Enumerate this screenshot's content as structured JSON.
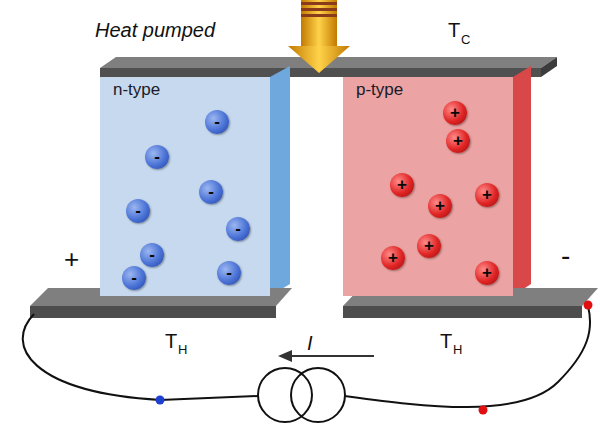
{
  "diagram": {
    "nodes": [
      {
        "text": [
          "n-type"
        ]
      },
      {
        "text": [
          "-"
        ],
        "in": 0
      },
      {
        "text": [
          "-"
        ],
        "in": 0
      },
      {
        "text": [
          "-"
        ],
        "in": 0
      },
      {
        "text": [
          "-"
        ],
        "in": 0
      },
      {
        "text": [
          "-"
        ],
        "in": 0
      },
      {
        "text": [
          "-"
        ],
        "in": 0
      },
      {
        "text": [
          "-"
        ],
        "in": 0
      },
      {
        "text": [
          "-"
        ],
        "in": 0
      },
      {
        "text": [
          "p-type"
        ]
      },
      {
        "text": [
          "+"
        ],
        "in": 9
      },
      {
        "text": [
          "+"
        ],
        "in": 9
      },
      {
        "text": [
          "+"
        ],
        "in": 9
      },
      {
        "text": [
          "+"
        ],
        "in": 9
      },
      {
        "text": [
          "+"
        ],
        "in": 9
      },
      {
        "text": [
          "+"
        ],
        "in": 9
      },
      {
        "text": [
          "+"
        ],
        "in": 9
      },
      {
        "text": [
          "+"
        ],
        "in": 9
      }
    ],
    "labels": [
      "Heat pumped",
      "T",
      "C",
      "+",
      "-",
      "T",
      "H",
      "T",
      "H",
      "I"
    ]
  }
}
